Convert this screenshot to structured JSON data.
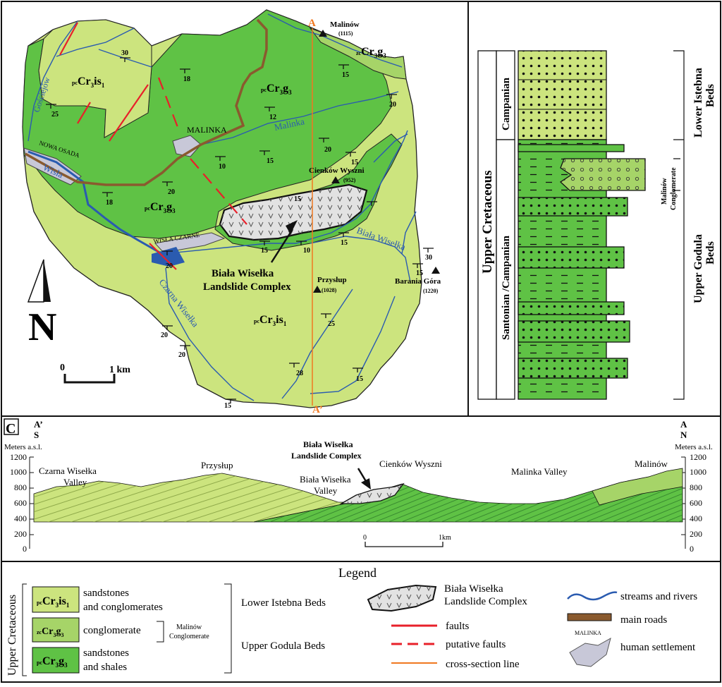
{
  "map": {
    "north_letter": "N",
    "scale_zero": "0",
    "scale_km": "1 km",
    "section_a": "A",
    "section_a_prime": "A’",
    "peaks": [
      {
        "name": "Malinów",
        "elev": "(1115)"
      },
      {
        "name": "Cienków Wyszni",
        "elev": "(952)"
      },
      {
        "name": "Przysłup",
        "elev": "(1028)"
      },
      {
        "name": "Barania Góra",
        "elev": "(1220)"
      }
    ],
    "places": {
      "malinka": "MALINKA",
      "nowa_osada": "NOWA OSADA",
      "wisla_czarne": "WISŁA CZARNE"
    },
    "rivers": {
      "goscicjow": "Gościejów",
      "wisla": "Wisła",
      "malinka": "Malinka",
      "biala_wiselka": "Biała Wisełka",
      "czarna_wiselka": "Czarna Wisełka"
    },
    "landslide_label_1": "Biała Wisełka",
    "landslide_label_2": "Landslide Complex",
    "formation_prefix_pc": "pc",
    "formation_prefix_zc": "zc",
    "formation_cr": "Cr",
    "formation_sub3": "3",
    "formation_is": "is",
    "formation_sub1": "1",
    "formation_g": "g",
    "dips": [
      "30",
      "18",
      "25",
      "12",
      "15",
      "20",
      "20",
      "10",
      "15",
      "20",
      "18",
      "15",
      "15",
      "10",
      "15",
      "15",
      "30",
      "15",
      "20",
      "25",
      "20",
      "20",
      "28",
      "15",
      "15"
    ]
  },
  "column": {
    "upper_cretaceous": "Upper Cretaceous",
    "campanian": "Campanian",
    "santonian_campanian": "Santonian /Campanian",
    "lower_istebna_1": "Lower Istebna",
    "lower_istebna_2": "Beds",
    "upper_godula_1": "Upper Godula",
    "upper_godula_2": "Beds",
    "malinow_1": "Malinów",
    "malinow_2": "Conglomerate"
  },
  "section": {
    "panel_letter": "C",
    "a_prime": "A’",
    "s": "S",
    "a": "A",
    "n": "N",
    "meters": "Meters a.s.l.",
    "y_ticks": [
      "1200",
      "1000",
      "800",
      "600",
      "400",
      "200",
      "0"
    ],
    "labels": {
      "czarna_1": "Czarna Wisełka",
      "czarna_2": "Valley",
      "przyslup": "Przysłup",
      "landslide_1": "Biała Wisełka",
      "landslide_2": "Landslide Complex",
      "biala_1": "Biała Wisełka",
      "biala_2": "Valley",
      "cienkow": "Cienków Wyszni",
      "malinka_valley": "Malinka Valley",
      "malinow": "Malinów"
    },
    "scale_zero": "0",
    "scale_km": "1km"
  },
  "legend": {
    "title": "Legend",
    "upper_cretaceous": "Upper Cretaceous",
    "item1_a": "sandstones",
    "item1_b": "and conglomerates",
    "item2": "conglomerate",
    "item3_a": "sandstones",
    "item3_b": "and shales",
    "malinow_1": "Malinów",
    "malinow_2": "Conglomerate",
    "lower_istebna": "Lower Istebna Beds",
    "upper_godula": "Upper Godula Beds",
    "landslide_1": "Biała Wisełka",
    "landslide_2": "Landslide Complex",
    "faults": "faults",
    "putative_faults": "putative faults",
    "cross_section": "cross-section line",
    "streams": "streams and rivers",
    "roads": "main roads",
    "malinka": "MALINKA",
    "settlement": "human settlement"
  },
  "colors": {
    "light_green": "#cce47e",
    "dark_green": "#5fc245",
    "mid_green": "#a6d468",
    "river": "#2a5bb0",
    "fault": "#e8202a",
    "road": "#8a5a2e",
    "section_line": "#f07820",
    "landslide": "#e2e2e2"
  }
}
